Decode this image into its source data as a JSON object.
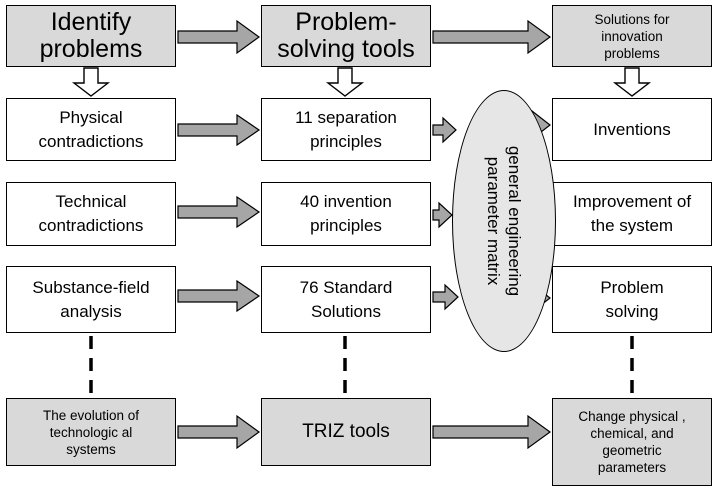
{
  "top": {
    "identify": "Identify\nproblems",
    "tools": "Problem-\nsolving tools",
    "solutions": "Solutions for\ninnovation\nproblems"
  },
  "rows": [
    {
      "problem": "Physical\ncontradictions",
      "tool": "11 separation\nprinciples",
      "result": "Inventions"
    },
    {
      "problem": "Technical\ncontradictions",
      "tool": "40 invention\nprinciples",
      "result": "Improvement of\nthe system"
    },
    {
      "problem": "Substance-field\nanalysis",
      "tool": "76 Standard\nSolutions",
      "result": "Problem\nsolving"
    }
  ],
  "matrix_label": "general engineering\nparameter matrix",
  "bottom": {
    "evolution": "The evolution of\ntechnologic al\nsystems",
    "triz": "TRIZ tools",
    "change": "Change physical ,\nchemical, and\ngeometric\nparameters"
  }
}
